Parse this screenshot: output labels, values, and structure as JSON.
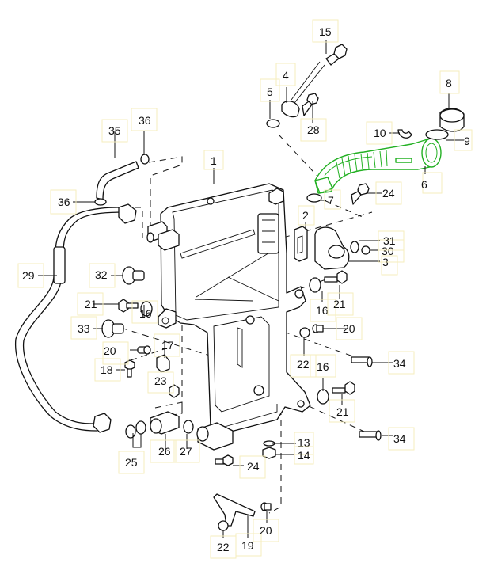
{
  "diagram": {
    "title": "Oil tank assembly parts diagram",
    "highlight_color": "#22b022",
    "label_box_color": "#f6eebc",
    "callouts": [
      {
        "id": "c1",
        "text": "1"
      },
      {
        "id": "c2",
        "text": "2"
      },
      {
        "id": "c3",
        "text": "3"
      },
      {
        "id": "c4",
        "text": "4"
      },
      {
        "id": "c5",
        "text": "5"
      },
      {
        "id": "c6",
        "text": "6"
      },
      {
        "id": "c7",
        "text": "7"
      },
      {
        "id": "c8",
        "text": "8"
      },
      {
        "id": "c9",
        "text": "9"
      },
      {
        "id": "c10",
        "text": "10"
      },
      {
        "id": "c13",
        "text": "13"
      },
      {
        "id": "c14",
        "text": "14"
      },
      {
        "id": "c15",
        "text": "15"
      },
      {
        "id": "c16a",
        "text": "16"
      },
      {
        "id": "c16b",
        "text": "16"
      },
      {
        "id": "c16c",
        "text": "16"
      },
      {
        "id": "c17",
        "text": "17"
      },
      {
        "id": "c18",
        "text": "18"
      },
      {
        "id": "c19",
        "text": "19"
      },
      {
        "id": "c20a",
        "text": "20"
      },
      {
        "id": "c20b",
        "text": "20"
      },
      {
        "id": "c20c",
        "text": "20"
      },
      {
        "id": "c21a",
        "text": "21"
      },
      {
        "id": "c21b",
        "text": "21"
      },
      {
        "id": "c21c",
        "text": "21"
      },
      {
        "id": "c22a",
        "text": "22"
      },
      {
        "id": "c22b",
        "text": "22"
      },
      {
        "id": "c23",
        "text": "23"
      },
      {
        "id": "c24a",
        "text": "24"
      },
      {
        "id": "c24b",
        "text": "24"
      },
      {
        "id": "c25",
        "text": "25"
      },
      {
        "id": "c26",
        "text": "26"
      },
      {
        "id": "c27",
        "text": "27"
      },
      {
        "id": "c28",
        "text": "28"
      },
      {
        "id": "c29",
        "text": "29"
      },
      {
        "id": "c30",
        "text": "30"
      },
      {
        "id": "c31",
        "text": "31"
      },
      {
        "id": "c32",
        "text": "32"
      },
      {
        "id": "c33",
        "text": "33"
      },
      {
        "id": "c34a",
        "text": "34"
      },
      {
        "id": "c34b",
        "text": "34"
      },
      {
        "id": "c35",
        "text": "35"
      },
      {
        "id": "c36a",
        "text": "36"
      },
      {
        "id": "c36b",
        "text": "36"
      }
    ]
  }
}
